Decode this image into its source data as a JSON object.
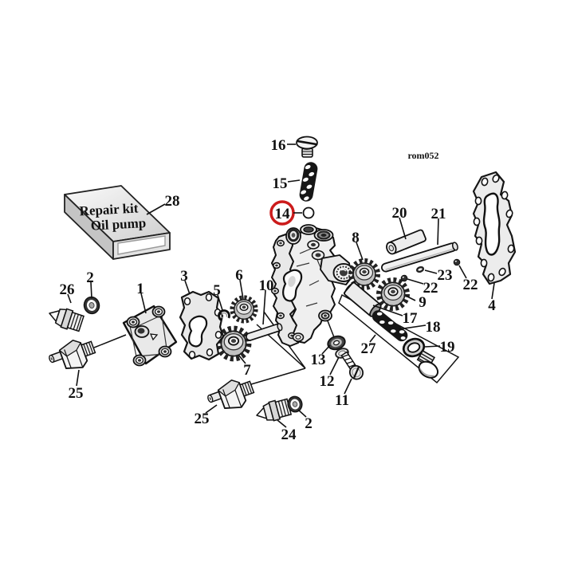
{
  "page": {
    "background": "#ffffff",
    "type": "exploded-parts-diagram",
    "subject": "oil pump"
  },
  "watermark": "rom052",
  "kit_box": {
    "line1": "Repair kit",
    "line2": "Oil pump"
  },
  "highlight": {
    "labeled_part": "14",
    "color": "#cc1b1b",
    "style": "red-circle-outline"
  },
  "colors": {
    "outline": "#111111",
    "part_fill": "#e9e9e9",
    "part_fill_dark": "#c4c4c4",
    "spring": "#161616",
    "highlight_red": "#cc1b1b",
    "background": "#ffffff"
  },
  "part_labels": [
    "16",
    "15",
    "14",
    "28",
    "20",
    "21",
    "8",
    "23",
    "22",
    "22",
    "4",
    "9",
    "17",
    "18",
    "19",
    "27",
    "26",
    "2",
    "1",
    "3",
    "5",
    "6",
    "10",
    "7",
    "13",
    "12",
    "11",
    "25",
    "25",
    "24",
    "2"
  ]
}
